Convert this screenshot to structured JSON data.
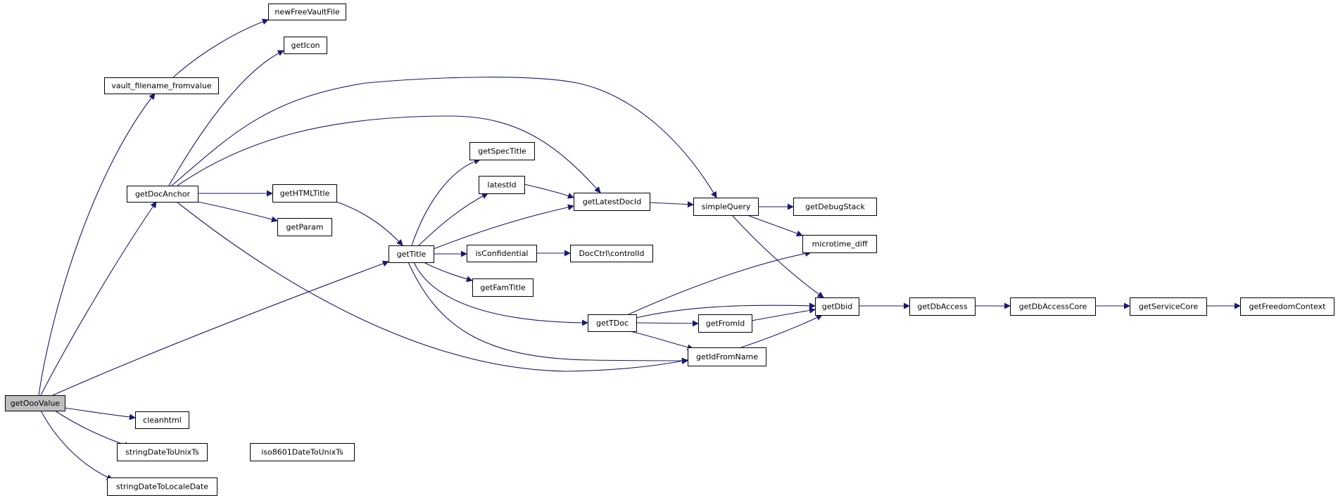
{
  "colors": {
    "edge": "#191970",
    "node_fill": "#ffffff",
    "root_fill": "#bfbfbf",
    "node_border": "#000000"
  },
  "nodes": [
    {
      "id": "getOooValue",
      "label": "getOooValue",
      "root": true
    },
    {
      "id": "newFreeVaultFile",
      "label": "newFreeVaultFile"
    },
    {
      "id": "vault_filename_fromvalue",
      "label": "vault_filename_fromvalue"
    },
    {
      "id": "getIcon",
      "label": "getIcon"
    },
    {
      "id": "getDocAnchor",
      "label": "getDocAnchor"
    },
    {
      "id": "getHTMLTitle",
      "label": "getHTMLTitle"
    },
    {
      "id": "getParam",
      "label": "getParam"
    },
    {
      "id": "getSpecTitle",
      "label": "getSpecTitle"
    },
    {
      "id": "latestId",
      "label": "latestId"
    },
    {
      "id": "getLatestDocId",
      "label": "getLatestDocId"
    },
    {
      "id": "simpleQuery",
      "label": "simpleQuery"
    },
    {
      "id": "getDebugStack",
      "label": "getDebugStack"
    },
    {
      "id": "getTitle",
      "label": "getTitle"
    },
    {
      "id": "isConfidential",
      "label": "isConfidential"
    },
    {
      "id": "controlId",
      "label": "DocCtrl\\controlId"
    },
    {
      "id": "microtime_diff",
      "label": "microtime_diff"
    },
    {
      "id": "getFamTitle",
      "label": "getFamTitle"
    },
    {
      "id": "getDbid",
      "label": "getDbid"
    },
    {
      "id": "getDbAccess",
      "label": "getDbAccess"
    },
    {
      "id": "getDbAccessCore",
      "label": "getDbAccessCore"
    },
    {
      "id": "getServiceCore",
      "label": "getServiceCore"
    },
    {
      "id": "getFreedomContext",
      "label": "getFreedomContext"
    },
    {
      "id": "getTDoc",
      "label": "getTDoc"
    },
    {
      "id": "getFromId",
      "label": "getFromId"
    },
    {
      "id": "getIdFromName",
      "label": "getIdFromName"
    },
    {
      "id": "cleanhtml",
      "label": "cleanhtml"
    },
    {
      "id": "stringDateToUnixTs",
      "label": "stringDateToUnixTs"
    },
    {
      "id": "iso8601DateToUnixTs",
      "label": "iso8601DateToUnixTs"
    },
    {
      "id": "stringDateToLocaleDate",
      "label": "stringDateToLocaleDate"
    }
  ],
  "edges": [
    {
      "from": "getOooValue",
      "to": "vault_filename_fromvalue"
    },
    {
      "from": "getOooValue",
      "to": "getDocAnchor"
    },
    {
      "from": "getOooValue",
      "to": "getTitle"
    },
    {
      "from": "getOooValue",
      "to": "cleanhtml"
    },
    {
      "from": "getOooValue",
      "to": "stringDateToUnixTs"
    },
    {
      "from": "getOooValue",
      "to": "stringDateToLocaleDate"
    },
    {
      "from": "vault_filename_fromvalue",
      "to": "newFreeVaultFile"
    },
    {
      "from": "getDocAnchor",
      "to": "getIcon"
    },
    {
      "from": "getDocAnchor",
      "to": "simpleQuery"
    },
    {
      "from": "getDocAnchor",
      "to": "getLatestDocId"
    },
    {
      "from": "getDocAnchor",
      "to": "getHTMLTitle"
    },
    {
      "from": "getDocAnchor",
      "to": "getParam"
    },
    {
      "from": "getDocAnchor",
      "to": "getIdFromName"
    },
    {
      "from": "getHTMLTitle",
      "to": "getTitle"
    },
    {
      "from": "getTitle",
      "to": "getSpecTitle"
    },
    {
      "from": "getTitle",
      "to": "latestId"
    },
    {
      "from": "getTitle",
      "to": "getLatestDocId"
    },
    {
      "from": "getTitle",
      "to": "isConfidential"
    },
    {
      "from": "getTitle",
      "to": "getFamTitle"
    },
    {
      "from": "getTitle",
      "to": "getTDoc"
    },
    {
      "from": "getTitle",
      "to": "getIdFromName"
    },
    {
      "from": "latestId",
      "to": "getLatestDocId"
    },
    {
      "from": "getLatestDocId",
      "to": "simpleQuery"
    },
    {
      "from": "simpleQuery",
      "to": "getDebugStack"
    },
    {
      "from": "simpleQuery",
      "to": "microtime_diff"
    },
    {
      "from": "simpleQuery",
      "to": "getDbid"
    },
    {
      "from": "isConfidential",
      "to": "controlId"
    },
    {
      "from": "getTDoc",
      "to": "microtime_diff"
    },
    {
      "from": "getTDoc",
      "to": "getDbid"
    },
    {
      "from": "getTDoc",
      "to": "getFromId"
    },
    {
      "from": "getTDoc",
      "to": "getIdFromName"
    },
    {
      "from": "getFromId",
      "to": "getDbid"
    },
    {
      "from": "getIdFromName",
      "to": "getDbid"
    },
    {
      "from": "getDbid",
      "to": "getDbAccess"
    },
    {
      "from": "getDbAccess",
      "to": "getDbAccessCore"
    },
    {
      "from": "getDbAccessCore",
      "to": "getServiceCore"
    },
    {
      "from": "getServiceCore",
      "to": "getFreedomContext"
    }
  ]
}
